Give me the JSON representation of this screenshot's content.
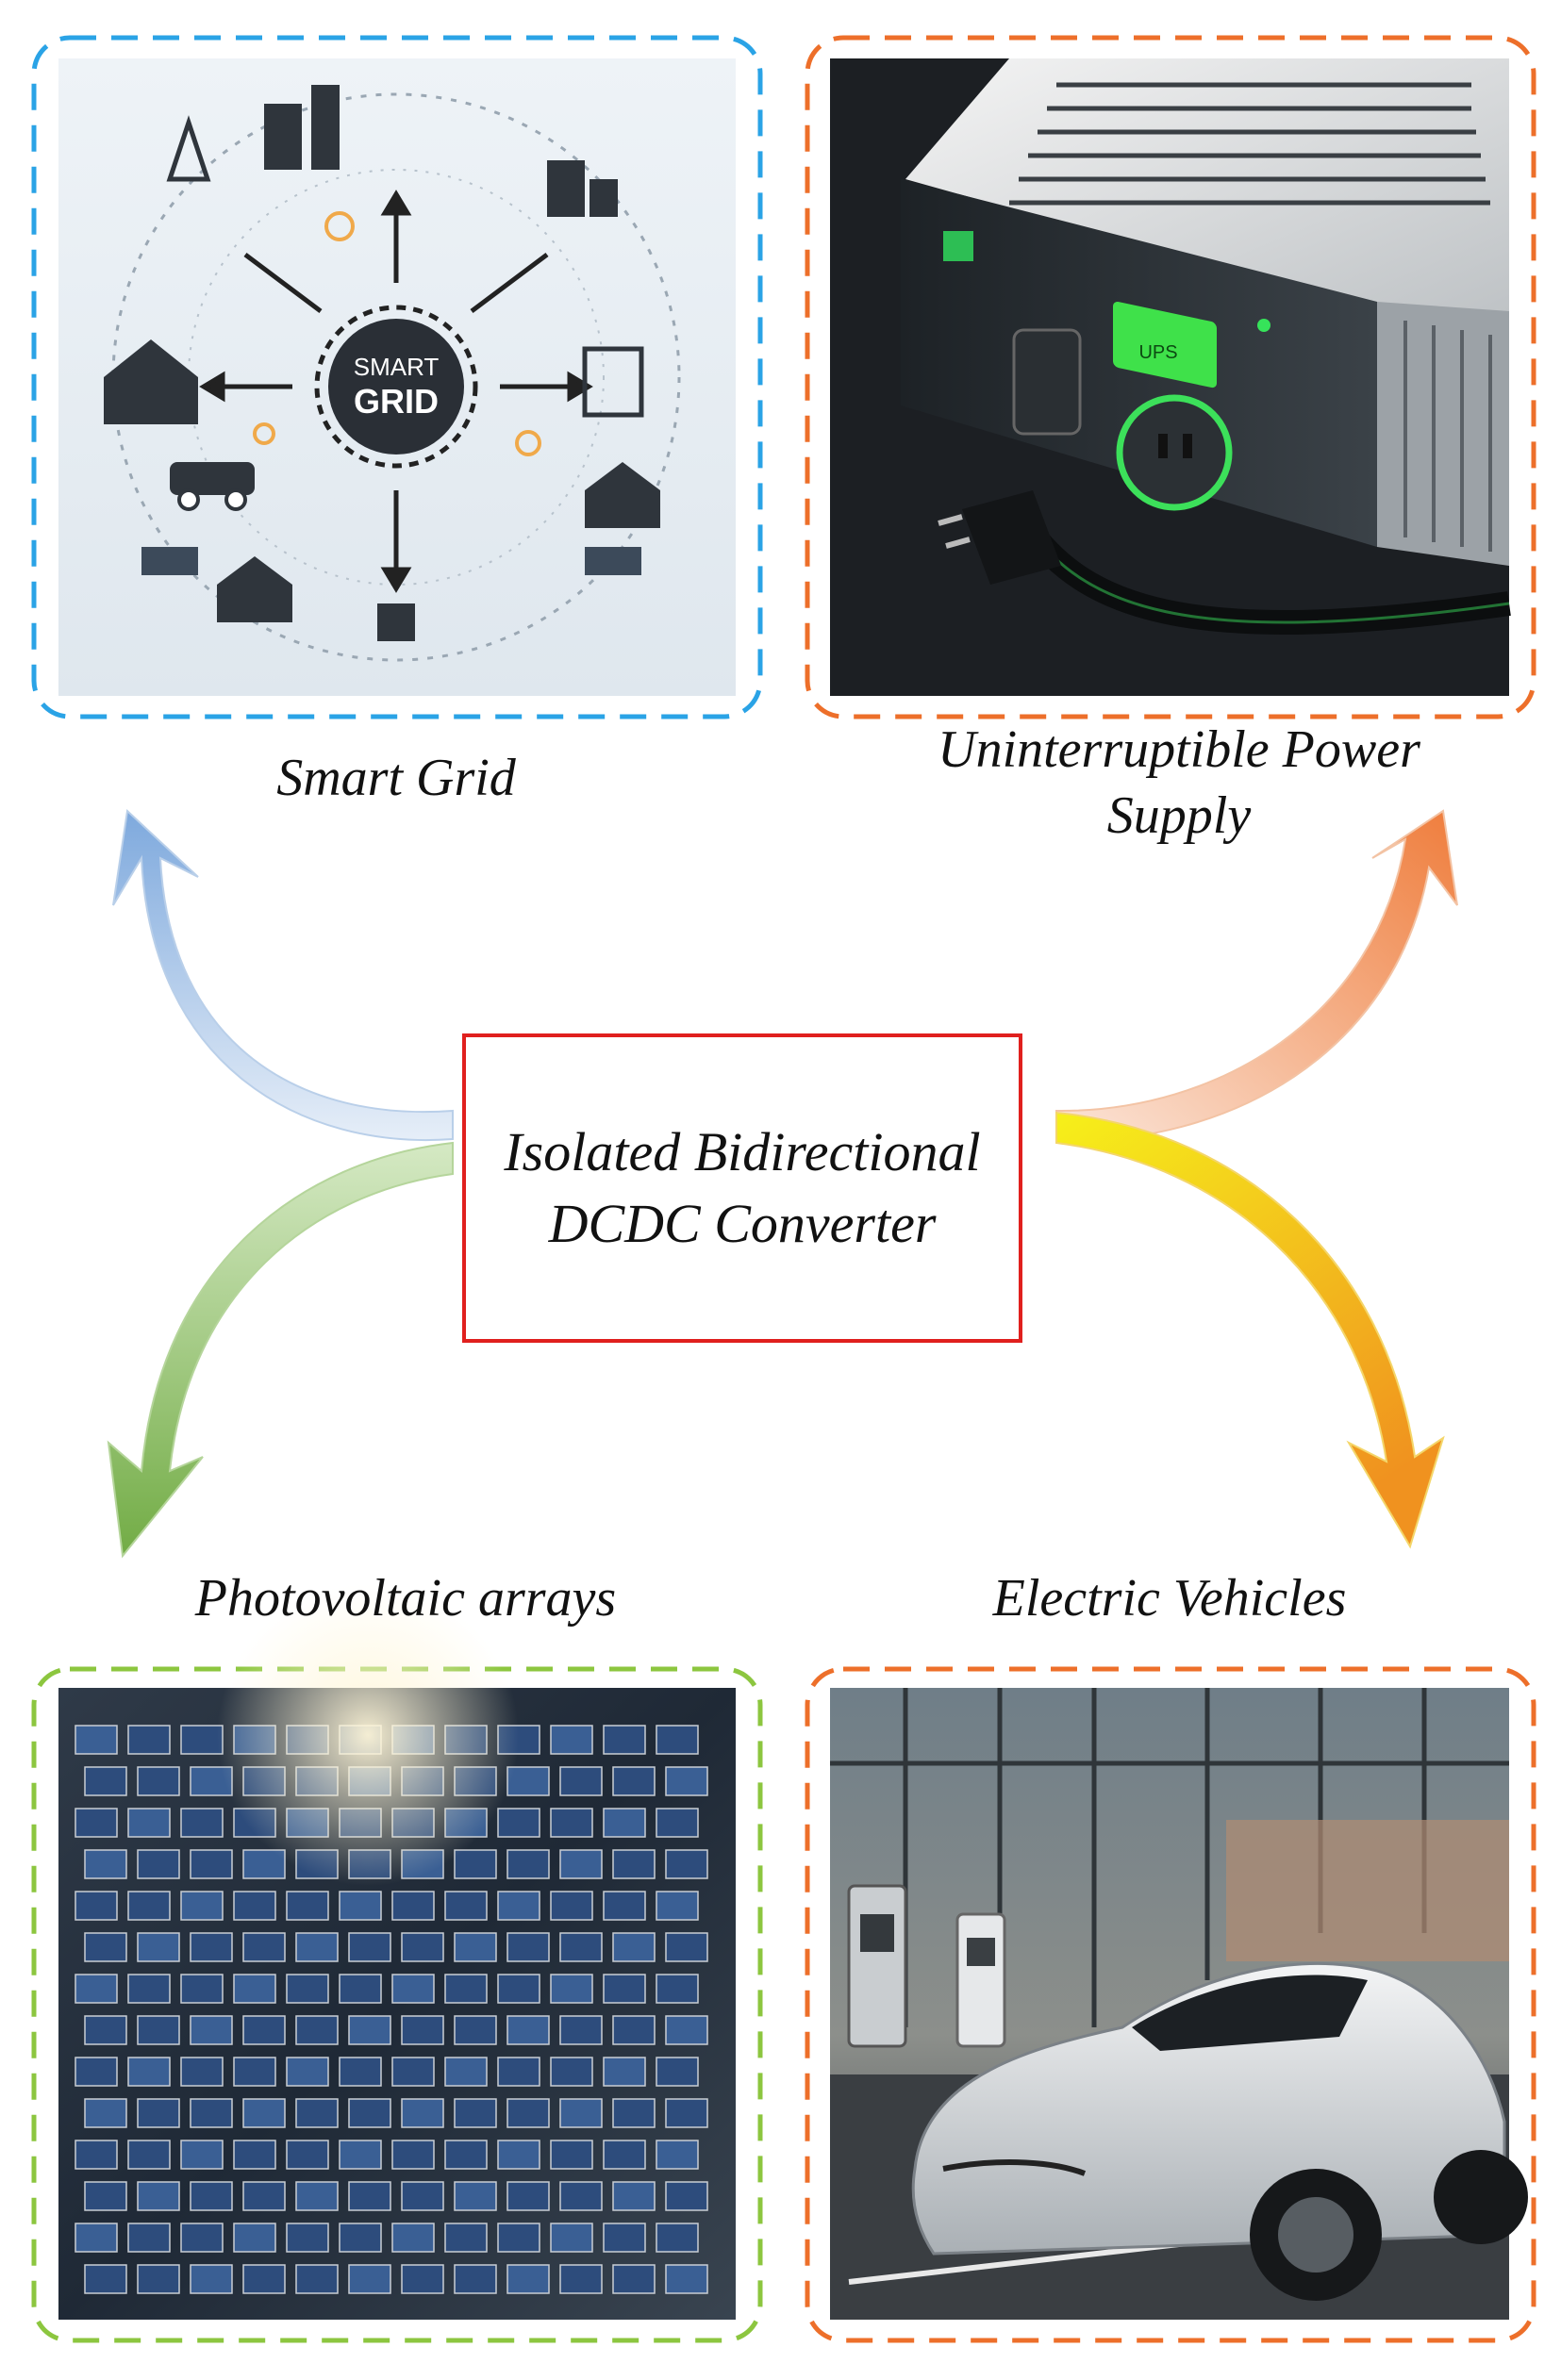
{
  "center": {
    "line1": "Isolated Bidirectional",
    "line2": "DCDC Converter"
  },
  "applications": [
    {
      "id": "smart-grid",
      "label": "Smart Grid",
      "color": "#2aa3e6",
      "logo_lines": [
        "SMART",
        "GRID"
      ]
    },
    {
      "id": "ups",
      "label_line1": "Uninterruptible Power",
      "label_line2": "Supply",
      "color": "#ed6f2a",
      "screen_text": "UPS"
    },
    {
      "id": "photovoltaic",
      "label": "Photovoltaic arrays",
      "color": "#8cc63f"
    },
    {
      "id": "electric-vehicles",
      "label": "Electric Vehicles",
      "color": "#ed6f2a"
    }
  ],
  "arrow_colors": {
    "smart_grid": "#8fb6e4",
    "ups": "#f08a4b",
    "photovoltaic": "#7fb552",
    "electric_vehicles": "#f2a024",
    "ev_start": "#f2ee12"
  }
}
